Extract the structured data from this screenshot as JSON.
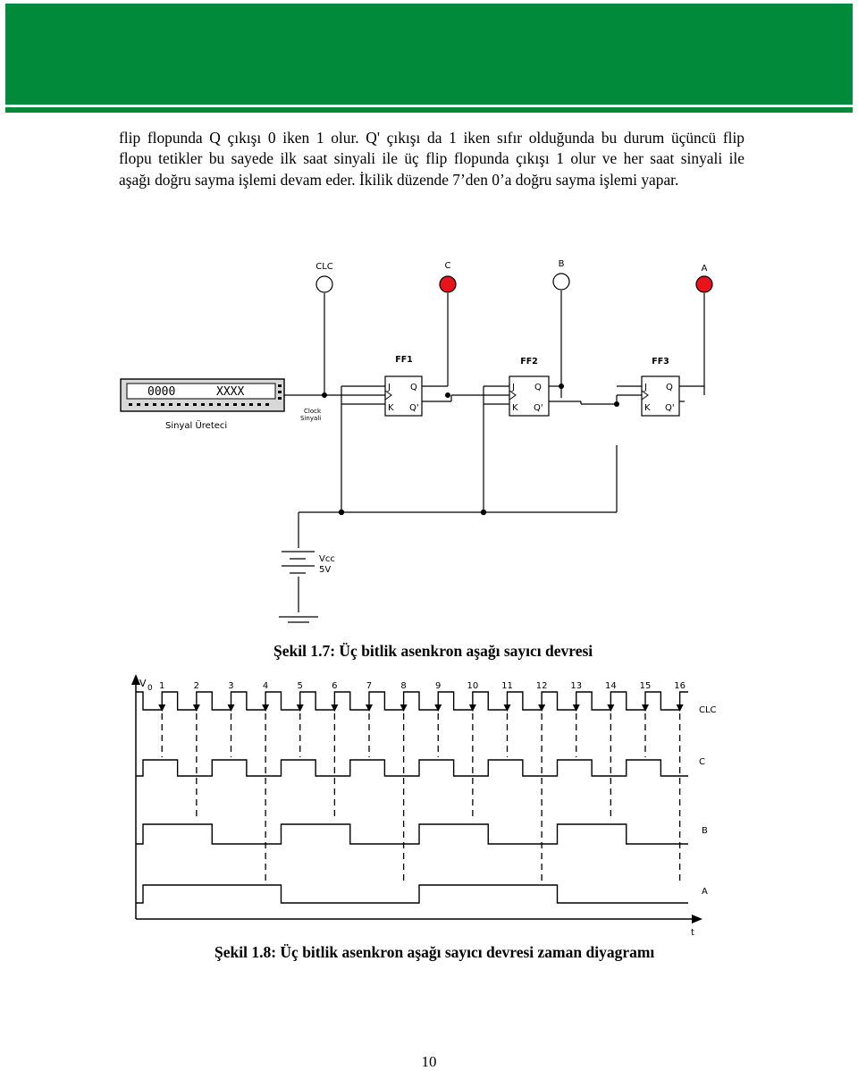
{
  "paragraph": {
    "lines": [
      "flip flopunda Q çıkışı 0 iken 1 olur. Q' çıkışı da 1 iken sıfır olduğunda bu durum üçüncü flip",
      "flopu tetikler bu sayede ilk saat sinyali ile üç flip flopunda çıkışı 1 olur ve her saat sinyali ile",
      "aşağı doğru sayma işlemi devam eder. İkilik düzende 7’den 0’a doğru sayma işlemi yapar."
    ]
  },
  "circuit": {
    "probes": {
      "clc": "CLC",
      "c": "C",
      "b": "B",
      "a": "A"
    },
    "ff_titles": [
      "FF1",
      "FF2",
      "FF3"
    ],
    "pins": {
      "j": "J",
      "k": "K",
      "q": "Q",
      "qbar": "Q'"
    },
    "generator": {
      "display_left": "0000",
      "display_right": "XXXX",
      "label": "Sinyal Üreteci"
    },
    "clock_label": [
      "Clock",
      "Sinyali"
    ],
    "vcc_label": [
      "Vcc",
      "5V"
    ],
    "colors": {
      "probe_on": "#e8141b",
      "probe_off": "#ffffff",
      "wire": "#000000"
    }
  },
  "caption1": "Şekil 1.7: Üç bitlik asenkron aşağı sayıcı devresi",
  "timing": {
    "y_axis_label": "V",
    "y_axis_sub": "0",
    "tick_labels": [
      "1",
      "2",
      "3",
      "4",
      "5",
      "6",
      "7",
      "8",
      "9",
      "10",
      "11",
      "12",
      "13",
      "14",
      "15",
      "16"
    ],
    "signal_labels": {
      "clc": "CLC",
      "c": "C",
      "b": "B",
      "a": "A"
    },
    "time_label": "t"
  },
  "caption2": "Şekil 1.8: Üç bitlik asenkron aşağı sayıcı devresi zaman diyagramı",
  "page_number": "10"
}
